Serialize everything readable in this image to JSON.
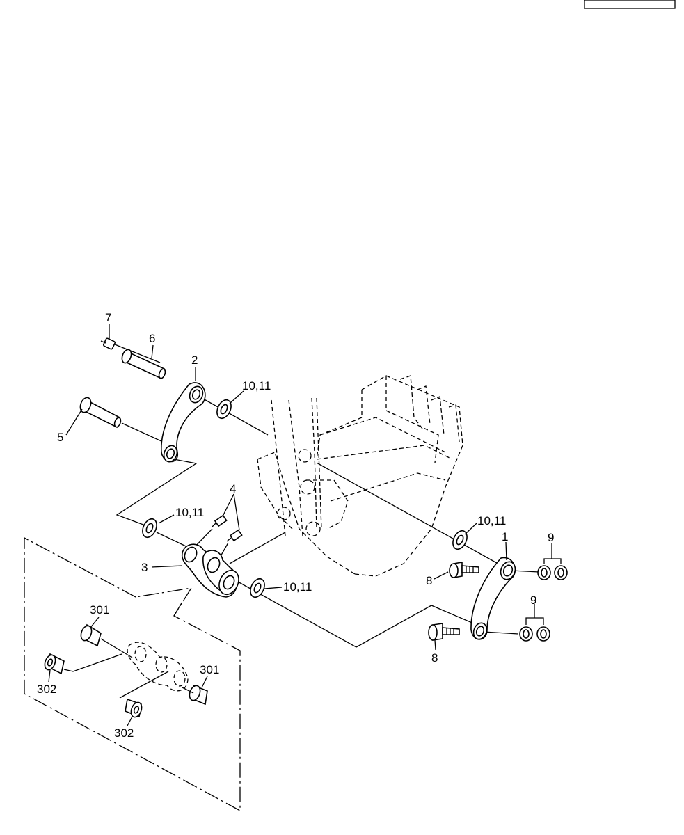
{
  "diagram": {
    "labels": {
      "pin_grease_fitting": "7",
      "pin_short": "6",
      "link_upper": "2",
      "pin_long": "5",
      "shim_top": "10,11",
      "grease_fittings": "4",
      "shim_left": "10,11",
      "link_center": "3",
      "shim_center": "10,11",
      "shim_right": "10,11",
      "link_right": "1",
      "nuts_top": "9",
      "bolt_top": "8",
      "nuts_bottom": "9",
      "bolt_bottom": "8",
      "bushing_a": "301",
      "bushing_b": "302",
      "bushing_c": "301",
      "bushing_d": "302"
    }
  }
}
